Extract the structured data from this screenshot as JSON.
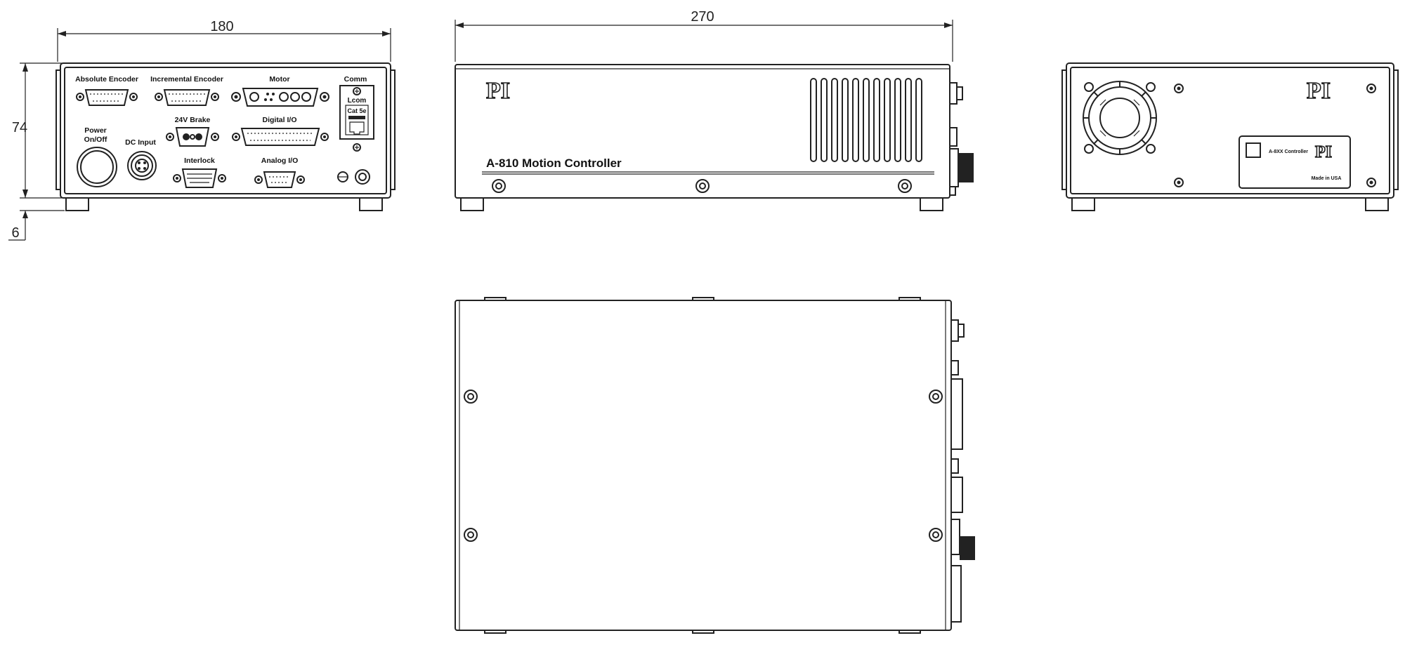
{
  "dimensions": {
    "front_width": "180",
    "side_length": "270",
    "height": "74",
    "foot_height": "6"
  },
  "front_panel": {
    "absolute_encoder": "Absolute Encoder",
    "incremental_encoder": "Incremental Encoder",
    "motor": "Motor",
    "comm": "Comm",
    "power_line1": "Power",
    "power_line2": "On/Off",
    "dc_input": "DC Input",
    "brake": "24V Brake",
    "digital_io": "Digital I/O",
    "interlock": "Interlock",
    "analog_io": "Analog I/O",
    "brand_small": "Lcom",
    "cat5e": "Cat 5e"
  },
  "side_panel": {
    "brand": "PI",
    "product": "A-810 Motion Controller"
  },
  "rear_panel": {
    "brand": "PI",
    "label_brand": "PI",
    "label_product": "A-8XX Controller",
    "made_in": "Made in USA"
  }
}
